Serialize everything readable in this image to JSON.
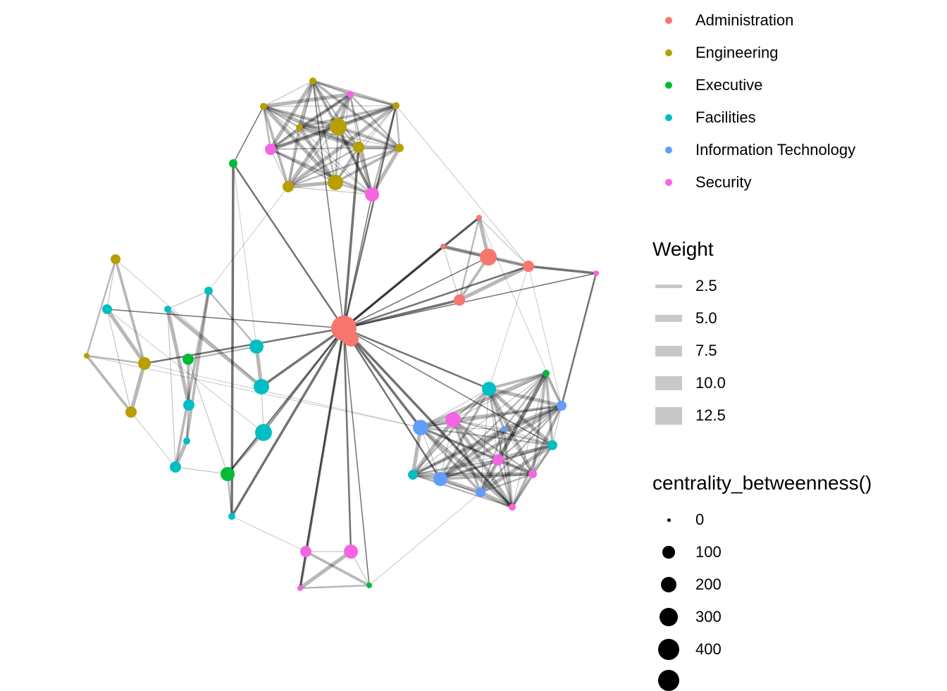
{
  "colors": {
    "Administration": "#f8766d",
    "Engineering": "#b79f00",
    "Executive": "#00ba38",
    "Facilities": "#00bfc4",
    "Information Technology": "#619cff",
    "Security": "#f564e3"
  },
  "legend": {
    "department": {
      "items": [
        "Administration",
        "Engineering",
        "Executive",
        "Facilities",
        "Information Technology",
        "Security"
      ]
    },
    "weight": {
      "title": "Weight",
      "items": [
        {
          "label": "2.5",
          "value": 2.5
        },
        {
          "label": "5.0",
          "value": 5.0
        },
        {
          "label": "7.5",
          "value": 7.5
        },
        {
          "label": "10.0",
          "value": 10.0
        },
        {
          "label": "12.5",
          "value": 12.5
        }
      ]
    },
    "betweenness": {
      "title": "centrality_betweenness()",
      "items": [
        {
          "label": "0",
          "value": 0
        },
        {
          "label": "100",
          "value": 100
        },
        {
          "label": "200",
          "value": 200
        },
        {
          "label": "300",
          "value": 300
        },
        {
          "label": "400",
          "value": 400
        }
      ]
    }
  }
}
